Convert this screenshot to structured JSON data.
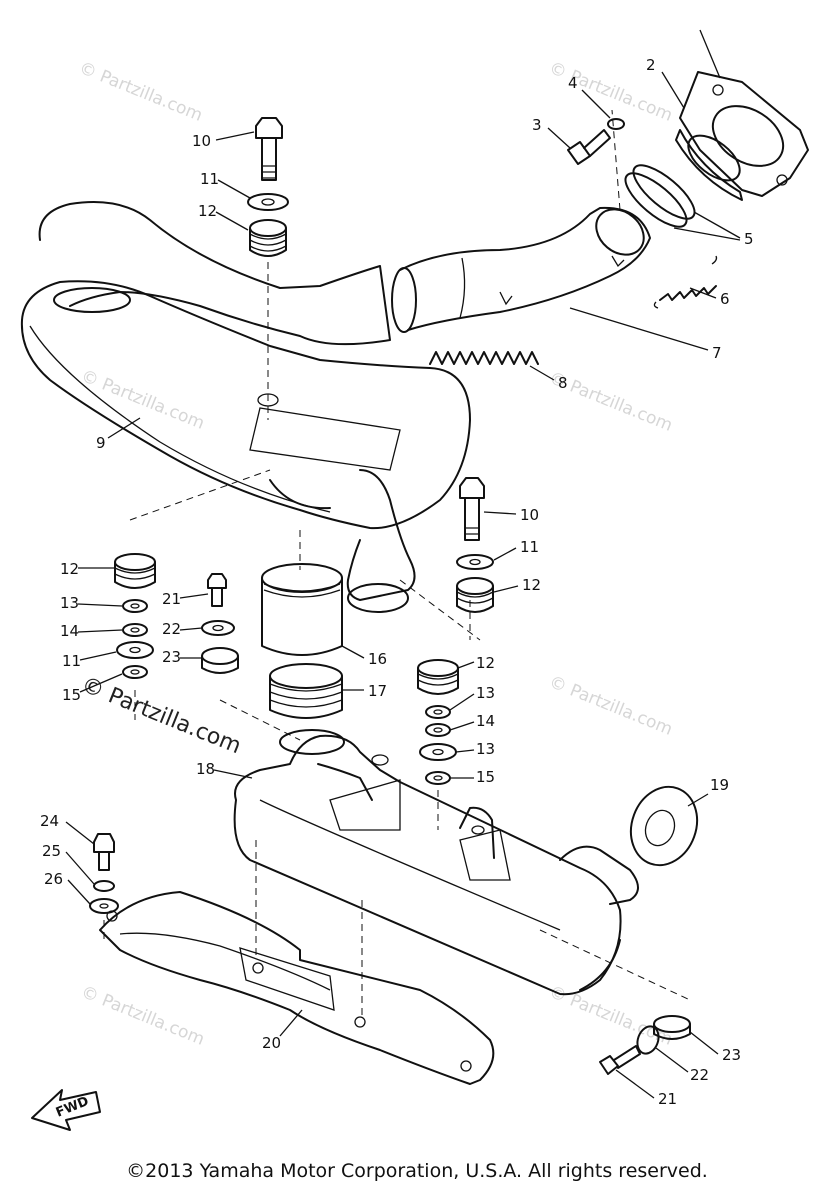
{
  "diagram": {
    "callouts": [
      "2",
      "3",
      "4",
      "5",
      "6",
      "7",
      "8",
      "9",
      "10",
      "11",
      "12",
      "10",
      "11",
      "12",
      "12",
      "13",
      "14",
      "11",
      "15",
      "21",
      "22",
      "23",
      "16",
      "17",
      "12",
      "13",
      "14",
      "13",
      "15",
      "18",
      "19",
      "24",
      "25",
      "26",
      "20",
      "23",
      "22",
      "21"
    ],
    "watermark": "© Partzilla.com",
    "fwd_label": "FWD"
  },
  "footer": {
    "copyright": "©2013 Yamaha Motor Corporation, U.S.A. All rights reserved."
  }
}
